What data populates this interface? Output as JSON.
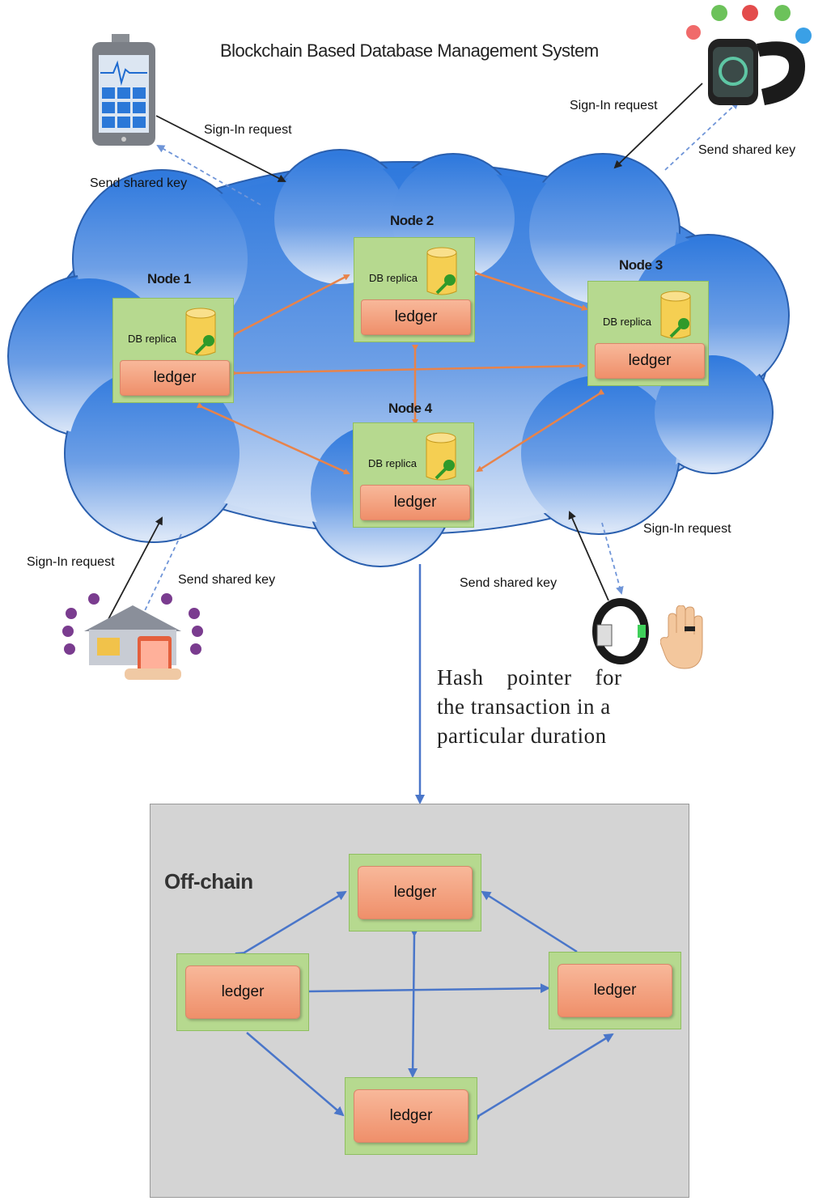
{
  "title": "Blockchain Based Database Management System",
  "labels": {
    "signin_1": "Sign-In request",
    "sharedkey_1": "Send shared key",
    "signin_2": "Sign-In request",
    "sharedkey_2": "Send shared key",
    "signin_3": "Sign-In request",
    "sharedkey_3": "Send shared key",
    "signin_4": "Sign-In request",
    "sharedkey_4": "Send shared key"
  },
  "nodes": [
    {
      "title": "Node 1",
      "db": "DB replica",
      "ledger": "ledger"
    },
    {
      "title": "Node 2",
      "db": "DB replica",
      "ledger": "ledger"
    },
    {
      "title": "Node 3",
      "db": "DB replica",
      "ledger": "ledger"
    },
    {
      "title": "Node 4",
      "db": "DB replica",
      "ledger": "ledger"
    }
  ],
  "hash_note": {
    "line1": "Hash    pointer    for",
    "line2": "the transaction in a",
    "line3": "particular duration"
  },
  "offchain": {
    "title": "Off-chain",
    "ledgers": [
      "ledger",
      "ledger",
      "ledger",
      "ledger"
    ]
  },
  "colors": {
    "cloud_top": "#2f79dd",
    "cloud_bottom": "#d6e4f7",
    "node_fill": "#b6d98f",
    "ledger_fill": "#f4a582",
    "orange_arrow": "#e8834a",
    "blue_arrow": "#4a76c9"
  }
}
